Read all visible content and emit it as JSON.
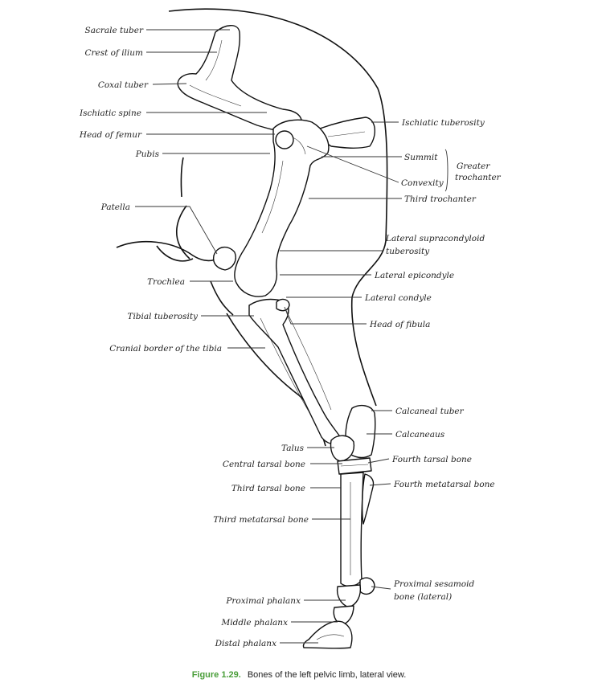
{
  "labels_left": [
    "Sacrale tuber",
    "Crest of ilium",
    "Coxal tuber",
    "Ischiatic spine",
    "Head of femur",
    "Pubis",
    "Patella",
    "Trochlea",
    "Tibial tuberosity",
    "Cranial border of the tibia",
    "Talus",
    "Central tarsal bone",
    "Third tarsal bone",
    "Third metatarsal bone",
    "Proximal phalanx",
    "Middle phalanx",
    "Distal phalanx"
  ],
  "labels_right": [
    "Ischiatic tuberosity",
    "Summit",
    "Convexity",
    "Greater",
    "trochanter",
    "Third trochanter",
    "Lateral supracondyloid",
    "tuberosity",
    "Lateral epicondyle",
    "Lateral condyle",
    "Head of fibula",
    "Calcaneal tuber",
    "Calcaneaus",
    "Fourth tarsal bone",
    "Fourth metatarsal bone",
    "Proximal sesamoid",
    "bone (lateral)"
  ],
  "caption": {
    "number": "Figure 1.29.",
    "text": "Bones of the left pelvic limb, lateral view."
  }
}
